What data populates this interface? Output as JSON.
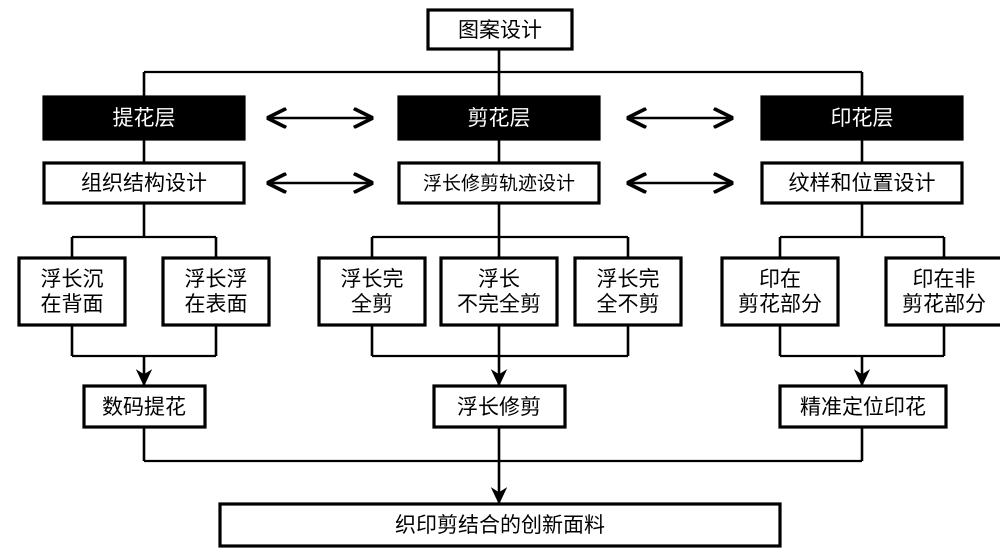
{
  "diagram": {
    "title_text": "图案设计",
    "type": "process-flowchart",
    "language": "zh-CN",
    "colors": {
      "background": "#ffffff",
      "line": "#000000",
      "node_fill": "#ffffff",
      "emphasis_fill": "#000000",
      "emphasis_text": "#ffffff",
      "node_text": "#000000"
    },
    "nodes": {
      "root": {
        "label": "图案设计"
      },
      "layer_jacquard": {
        "label": "提花层"
      },
      "layer_cut": {
        "label": "剪花层"
      },
      "layer_print": {
        "label": "印花层"
      },
      "design_weave": {
        "label": "组织结构设计"
      },
      "design_trim_path": {
        "label": "浮长修剪轨迹设计"
      },
      "design_pattern_pos": {
        "label": "纹样和位置设计"
      },
      "float_back": {
        "line1": "浮长沉",
        "line2": "在背面"
      },
      "float_front": {
        "line1": "浮长浮",
        "line2": "在表面"
      },
      "cut_full": {
        "line1": "浮长完",
        "line2": "全剪"
      },
      "cut_partial": {
        "line1": "浮长",
        "line2": "不完全剪"
      },
      "cut_none": {
        "line1": "浮长完",
        "line2": "全不剪"
      },
      "print_on_cut": {
        "line1": "印在",
        "line2": "剪花部分"
      },
      "print_off_cut": {
        "line1": "印在非",
        "line2": "剪花部分"
      },
      "result_jacquard": {
        "label": "数码提花"
      },
      "result_trim": {
        "label": "浮长修剪"
      },
      "result_print": {
        "label": "精准定位印花"
      },
      "final": {
        "label": "织印剪结合的创新面料"
      }
    },
    "bidirectional_arrows": [
      {
        "name": "jacquard-cut-link"
      },
      {
        "name": "cut-print-link"
      },
      {
        "name": "weave-trimpath-link"
      },
      {
        "name": "trimpath-pattern-link"
      }
    ]
  }
}
